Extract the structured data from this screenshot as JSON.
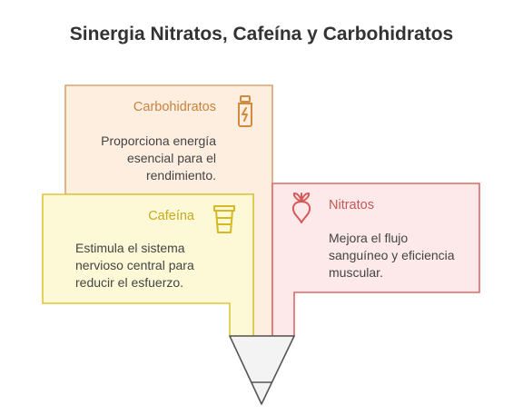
{
  "title": "Sinergia Nitratos, Cafeína y Carbohidratos",
  "cards": {
    "carbs": {
      "heading": "Carbohidratos",
      "lines": [
        "Proporciona energía",
        "esencial para el",
        "rendimiento."
      ],
      "icon": "energy-drink-bottle-icon",
      "color": "#d38a3c"
    },
    "caffeine": {
      "heading": "Cafeína",
      "lines": [
        "Estimula el sistema",
        "nervioso central para",
        "reducir el esfuerzo."
      ],
      "icon": "coffee-cup-icon",
      "color": "#d4b825"
    },
    "nitrates": {
      "heading": "Nitratos",
      "lines": [
        "Mejora el flujo",
        "sanguíneo y eficiencia",
        "muscular."
      ],
      "icon": "beetroot-icon",
      "color": "#d65a5a"
    }
  }
}
